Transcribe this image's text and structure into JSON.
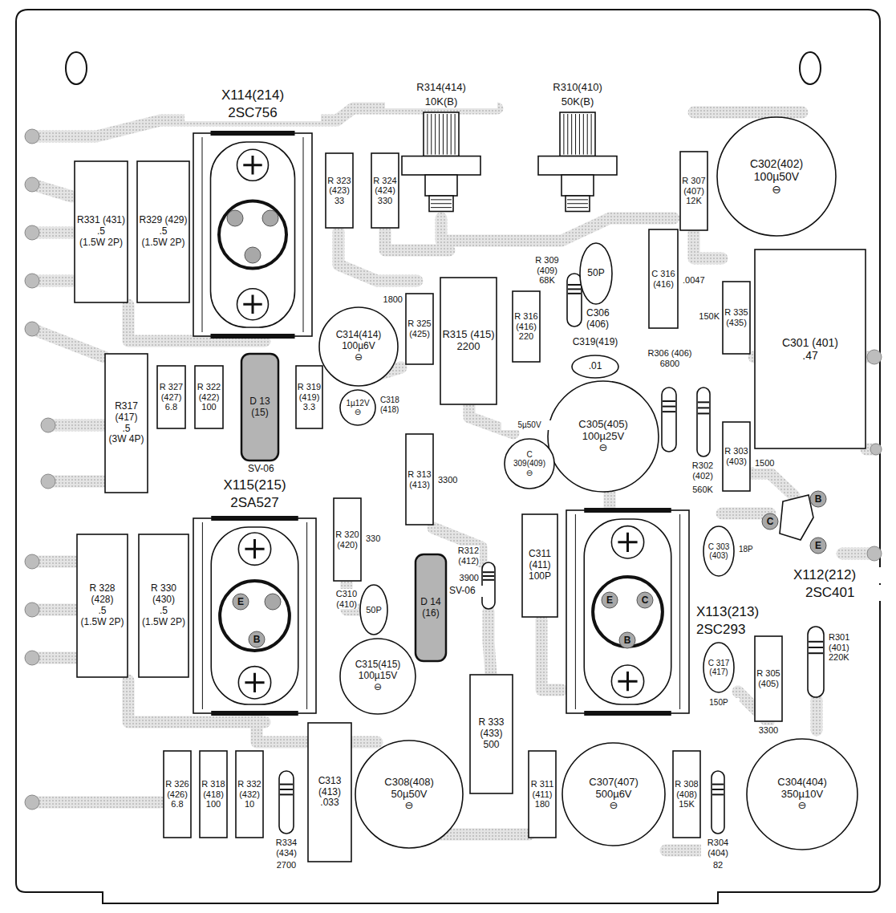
{
  "diagram": {
    "nodes": [
      {
        "text": [
          "R331 (431)",
          ".5",
          "(1.5W 2P)"
        ]
      },
      {
        "text": [
          "R329 (429)",
          ".5",
          "(1.5W 2P)"
        ]
      },
      {
        "text": [
          "X114(214)",
          "2SC756"
        ]
      },
      {
        "text": [
          "R 323 (423)",
          "33"
        ]
      },
      {
        "text": [
          "R 324 (424)",
          "330"
        ]
      },
      {
        "text": [
          "R314(414)",
          "10K(B)"
        ]
      },
      {
        "text": [
          "R310(410)",
          "50K(B)"
        ]
      },
      {
        "text": [
          "R 307 (407)",
          "12K"
        ]
      },
      {
        "text": [
          "C302(402)",
          "100µ50V",
          "⊖"
        ]
      },
      {
        "text": [
          "R 309 (409) 68K"
        ]
      },
      {
        "text": [
          "50P",
          "C306 (406)"
        ]
      },
      {
        "text": [
          "C 316 (416)",
          ".0047"
        ]
      },
      {
        "text": [
          "R 335 (435)",
          "150K"
        ]
      },
      {
        "text": [
          "C301 (401)",
          ".47"
        ]
      },
      {
        "text": [
          "R 325 (425)",
          "1800"
        ]
      },
      {
        "text": [
          "R315 (415)",
          "2200"
        ]
      },
      {
        "text": [
          "R 316 (416)",
          "220"
        ]
      },
      {
        "text": [
          "C314(414)",
          "100µ6V",
          "⊖"
        ]
      },
      {
        "text": [
          "C319(419)",
          ".01"
        ]
      },
      {
        "text": [
          "R306 (406) 6800"
        ]
      },
      {
        "text": [
          "R302 (402)",
          "560K"
        ]
      },
      {
        "text": [
          "R 303 (403)",
          "1500"
        ]
      },
      {
        "text": [
          "C305(405)",
          "100µ25V",
          "⊖"
        ]
      },
      {
        "text": [
          "R317 (417)",
          ".5",
          "(3W 4P)"
        ]
      },
      {
        "text": [
          "R 327 (427)",
          "6.8"
        ]
      },
      {
        "text": [
          "R 322 (422)",
          "100"
        ]
      },
      {
        "text": [
          "D 13 (15)",
          "SV-06"
        ]
      },
      {
        "text": [
          "R 319 (419)",
          "3.3"
        ]
      },
      {
        "text": [
          "1µ12V",
          "⊖",
          "C318 (418)"
        ]
      },
      {
        "text": [
          "5µ50V",
          "C 309(409)",
          "⊖"
        ]
      },
      {
        "text": [
          "R 313 (413)",
          "3300"
        ]
      },
      {
        "text": [
          "X115(215)",
          "2SA527"
        ]
      },
      {
        "text": [
          "R 320 (420)",
          "330"
        ]
      },
      {
        "text": [
          "R312 (412)",
          "3900"
        ]
      },
      {
        "text": [
          "C311 (411)",
          "100P"
        ]
      },
      {
        "text": [
          "50P",
          "C310 (410)"
        ]
      },
      {
        "text": [
          "D 14 (16)",
          "SV-06"
        ]
      },
      {
        "text": [
          "X113(213)",
          "2SC293"
        ]
      },
      {
        "text": [
          "X112(212)",
          "2SC401"
        ]
      },
      {
        "text": [
          "C 303 (403)",
          "18P"
        ]
      },
      {
        "text": [
          "R 328 (428)",
          ".5",
          "(1.5W 2P)"
        ]
      },
      {
        "text": [
          "R 330 (430)",
          ".5",
          "(1.5W 2P)"
        ]
      },
      {
        "text": [
          "C315(415)",
          "100µ15V",
          "⊖"
        ]
      },
      {
        "text": [
          "R 333 (433)",
          "500"
        ]
      },
      {
        "text": [
          "C 317 (417)",
          "150P"
        ]
      },
      {
        "text": [
          "R 305 (405)",
          "3300"
        ]
      },
      {
        "text": [
          "R301 (401) 220K"
        ]
      },
      {
        "text": [
          "R 326 (426)",
          "6.8"
        ]
      },
      {
        "text": [
          "R 318 (418)",
          "100"
        ]
      },
      {
        "text": [
          "R 332 (432)",
          "10"
        ]
      },
      {
        "text": [
          "R334 (434)",
          "2700"
        ]
      },
      {
        "text": [
          "C313 (413)",
          ".033"
        ]
      },
      {
        "text": [
          "C308(408)",
          "50µ50V",
          "⊖"
        ]
      },
      {
        "text": [
          "R 311 (411)",
          "180"
        ]
      },
      {
        "text": [
          "C307(407)",
          "500µ6V",
          "⊖"
        ]
      },
      {
        "text": [
          "R 308 (408)",
          "15K"
        ]
      },
      {
        "text": [
          "R304 (404)",
          "82"
        ]
      },
      {
        "text": [
          "C304(404)",
          "350µ10V",
          "⊖"
        ]
      }
    ],
    "labels": [
      "E",
      "B",
      "E",
      "C",
      "B",
      "B",
      "C",
      "E"
    ]
  }
}
